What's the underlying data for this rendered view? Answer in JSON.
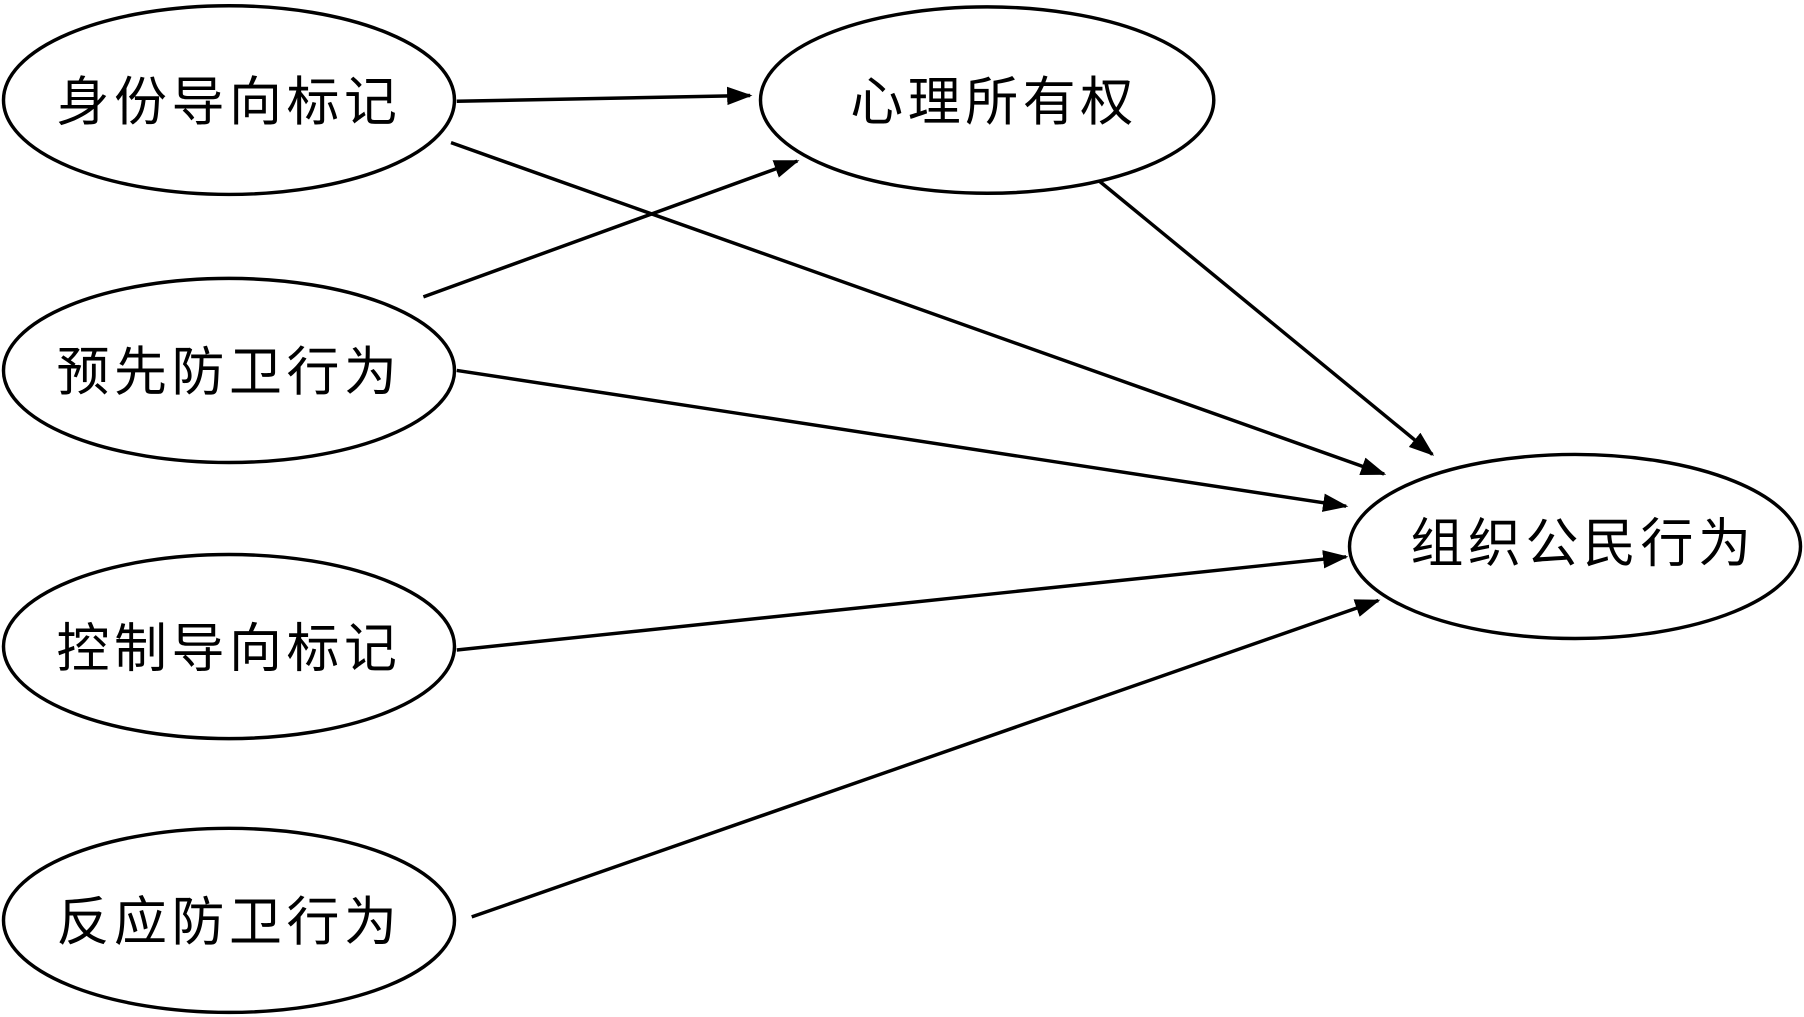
{
  "diagram": {
    "type": "path-model",
    "nodes": {
      "identity_marking": "身份导向标记",
      "preventive_defense": "预先防卫行为",
      "control_marking": "控制导向标记",
      "reactive_defense": "反应防卫行为",
      "psychological_ownership": "心理所有权",
      "ocb": "组织公民行为"
    },
    "edges": [
      {
        "from": "身份导向标记",
        "to": "心理所有权"
      },
      {
        "from": "身份导向标记",
        "to": "组织公民行为"
      },
      {
        "from": "预先防卫行为",
        "to": "心理所有权"
      },
      {
        "from": "预先防卫行为",
        "to": "组织公民行为"
      },
      {
        "from": "心理所有权",
        "to": "组织公民行为"
      },
      {
        "from": "控制导向标记",
        "to": "组织公民行为"
      },
      {
        "from": "反应防卫行为",
        "to": "组织公民行为"
      }
    ]
  }
}
